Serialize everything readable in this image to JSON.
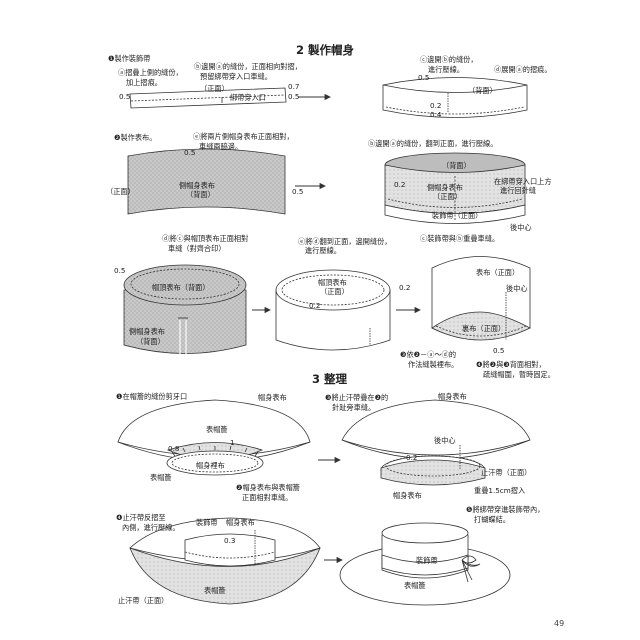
{
  "section2": {
    "title": "2 製作帽身",
    "step1": {
      "title": "❶製作裝飾帶",
      "a_note_1": "ⓐ摺疊上側的縫份，",
      "a_note_2": "加上摺痕。",
      "b_note_1": "ⓑ邊開ⓐ的縫份，正面相向對摺，",
      "b_note_2": "預留綁帶穿入口車縫。",
      "front": "（正面）",
      "opening": "綁帶穿入口",
      "m05": "0.5",
      "m07": "0.7",
      "m05b": "0.5"
    },
    "step1c": {
      "c_note_1": "ⓒ邊開ⓑ的縫份，",
      "c_note_2": "進行壓線。",
      "d_note": "ⓓ展開ⓐ的摺痕。",
      "back": "（背面）",
      "m05": "0.5",
      "m02": "0.2",
      "m04": "0.4"
    },
    "step2": {
      "title": "❷製作表布。",
      "e_note_1": "ⓔ將兩片側帽身表布正面相對，",
      "e_note_2": "車縫兩脇邊。",
      "label_1": "側帽身表布",
      "label_2": "（背面）",
      "front": "（正面）",
      "m05a": "0.5",
      "m05b": "0.5"
    },
    "step2b": {
      "b_note": "ⓑ邊開ⓐ的縫份，翻到正面，進行壓線。",
      "back": "（背面）",
      "label_1": "側帽身表布",
      "label_2": "（正面）",
      "m02": "0.2",
      "right_note_1": "在綁帶穿入口上方",
      "right_note_2": "進行回針縫",
      "band_label": "裝飾帶（正面）",
      "rear_center": "後中心",
      "c_note": "ⓒ裝飾帶與ⓑ重疊車縫。"
    },
    "step3": {
      "d_note_1": "ⓓ將ⓒ與帽頂表布正面相對",
      "d_note_2": "車縫（對齊合印）",
      "m05": "0.5",
      "top_label": "帽頂表布（背面）",
      "side_label_1": "側帽身表布",
      "side_label_2": "（背面）"
    },
    "step3b": {
      "e_note_1": "ⓔ將ⓓ翻到正面，邊開縫份，",
      "e_note_2": "進行壓線。",
      "top_1": "帽頂表布",
      "top_2": "（正面）",
      "m02a": "0.2",
      "m02b": "0.2"
    },
    "step3c": {
      "front_label": "表布（正面）",
      "rear_center": "後中心",
      "lining_label": "裏布（正面）",
      "m05": "0.5",
      "note3_1": "❸依❷－ⓐ～ⓓ的",
      "note3_2": "作法縫製裡布。",
      "note4_1": "❹將❷與❸背面相對，",
      "note4_2": "疏縫帽圍，暫時固定。"
    }
  },
  "section3": {
    "title": "3  整理",
    "step1": {
      "title": "❶在帽簷的縫份剪牙口",
      "brim_top": "帽身表布",
      "top_brim": "表帽簷",
      "inner": "帽身裡布",
      "lower_brim": "表帽簷",
      "m08": "0.8",
      "m1": "1",
      "note2_1": "❷帽身表布與表帽簷",
      "note2_2": "正面相對車縫。"
    },
    "step3": {
      "note_1": "❸將止汗帶疊在❷的",
      "note_2": "針趾旁車縫。",
      "brim_top": "帽身表布",
      "rear_center": "後中心",
      "sweatband": "止汗帶（正面）",
      "overlap": "重疊1.5cm摺入",
      "m02": "0.2",
      "inner": "帽身表布"
    },
    "step4": {
      "note_1": "❹止汗帶反摺至",
      "note_2": "內側，進行壓線。",
      "band": "裝飾帶",
      "body": "帽身表布",
      "m03": "0.3",
      "brim": "表帽簷",
      "sweatband": "止汗帶（正面）"
    },
    "step5": {
      "note_1": "❺將綁帶穿進裝飾帶內，",
      "note_2": "打蝴蝶結。",
      "band": "裝飾帶",
      "brim": "表帽簷"
    }
  },
  "page_number": "49"
}
